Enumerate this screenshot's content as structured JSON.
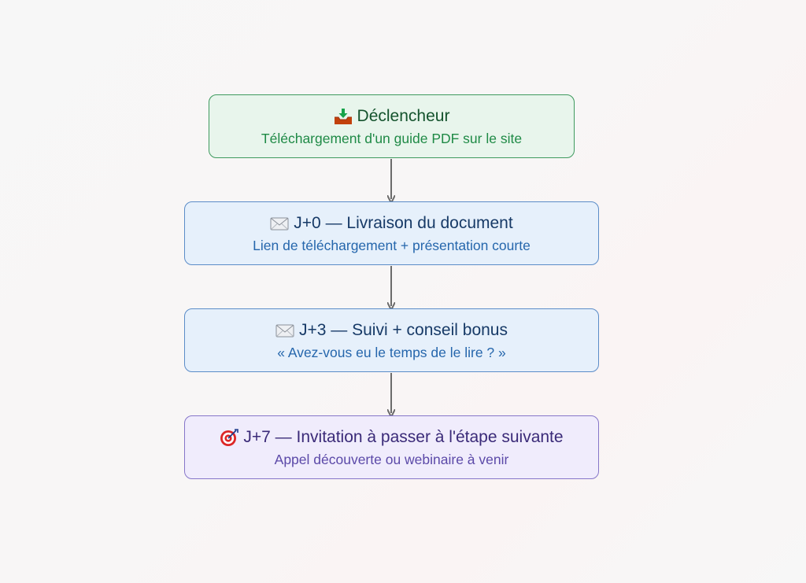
{
  "nodes": {
    "trigger": {
      "icon": "inbox-tray-icon",
      "title": "Déclencheur",
      "subtitle": "Téléchargement d'un guide PDF sur le site"
    },
    "day0": {
      "icon": "envelope-icon",
      "title": "J+0 — Livraison du document",
      "subtitle": "Lien de téléchargement + présentation courte"
    },
    "day3": {
      "icon": "envelope-icon",
      "title": "J+3 — Suivi + conseil bonus",
      "subtitle": "« Avez-vous eu le temps de le lire ? »"
    },
    "day7": {
      "icon": "target-icon",
      "title": "J+7 — Invitation à passer à l'étape suivante",
      "subtitle": "Appel découverte ou webinaire à venir"
    }
  },
  "colors": {
    "arrow": "#6b6b6b",
    "green": "#1f8a46",
    "blue": "#2566ac",
    "purple": "#5b49a8"
  }
}
